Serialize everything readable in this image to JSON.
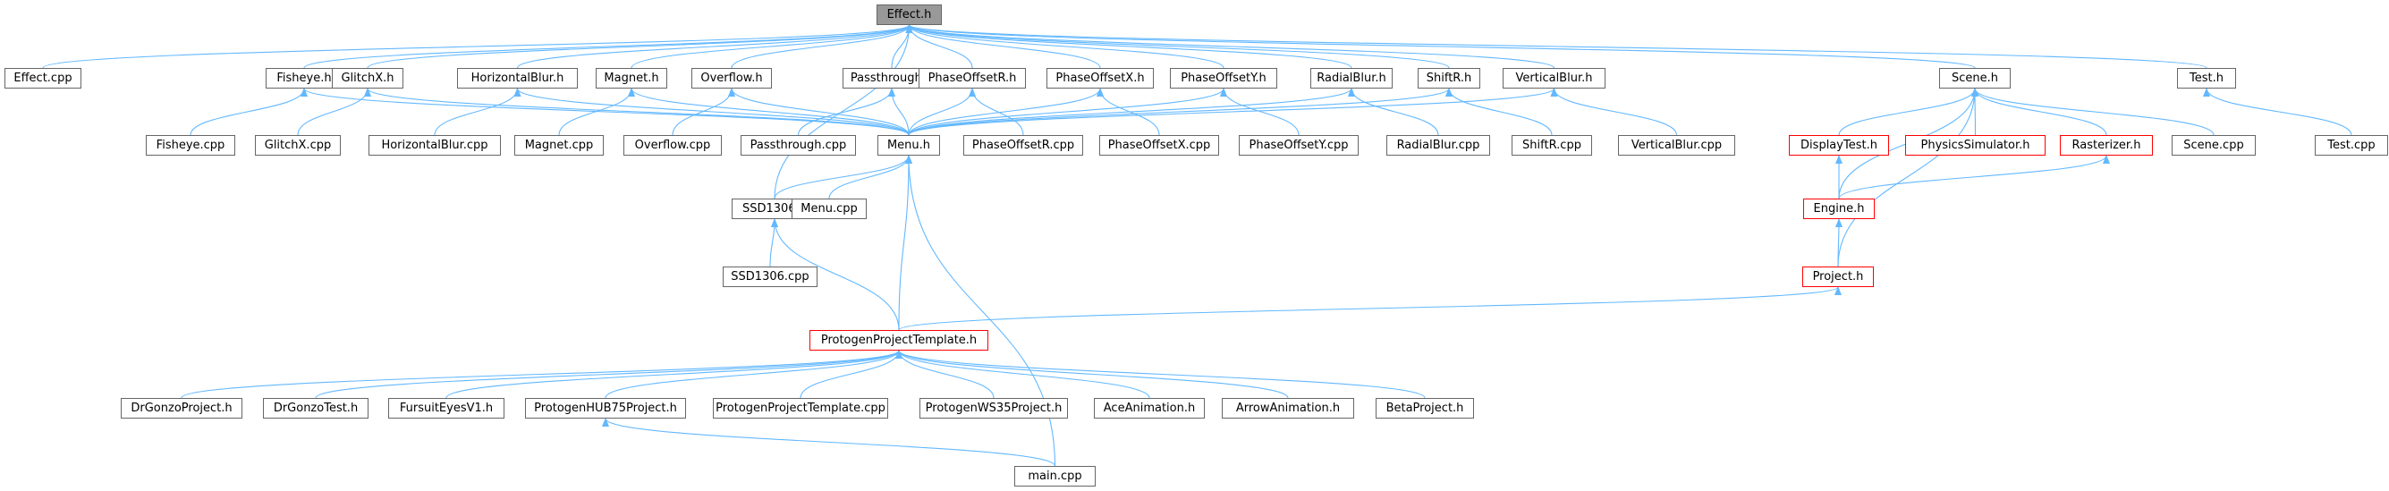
{
  "graph": {
    "edge_color": "#63b8ff",
    "node_border_color": "#666666",
    "highlight_border_color": "#ff0000",
    "root_fill_color": "#999999",
    "nodes": [
      {
        "id": "effect_h",
        "label": "Effect.h",
        "root": true
      },
      {
        "id": "effect_cpp",
        "label": "Effect.cpp"
      },
      {
        "id": "fisheye_h",
        "label": "Fisheye.h"
      },
      {
        "id": "glitchx_h",
        "label": "GlitchX.h"
      },
      {
        "id": "hblur_h",
        "label": "HorizontalBlur.h"
      },
      {
        "id": "magnet_h",
        "label": "Magnet.h"
      },
      {
        "id": "overflow_h",
        "label": "Overflow.h"
      },
      {
        "id": "passthrough_h",
        "label": "Passthrough.h"
      },
      {
        "id": "phaser_h",
        "label": "PhaseOffsetR.h"
      },
      {
        "id": "phasex_h",
        "label": "PhaseOffsetX.h"
      },
      {
        "id": "phasey_h",
        "label": "PhaseOffsetY.h"
      },
      {
        "id": "radial_h",
        "label": "RadialBlur.h"
      },
      {
        "id": "shiftr_h",
        "label": "ShiftR.h"
      },
      {
        "id": "vblur_h",
        "label": "VerticalBlur.h"
      },
      {
        "id": "scene_h",
        "label": "Scene.h"
      },
      {
        "id": "test_h",
        "label": "Test.h"
      },
      {
        "id": "fisheye_cpp",
        "label": "Fisheye.cpp"
      },
      {
        "id": "glitchx_cpp",
        "label": "GlitchX.cpp"
      },
      {
        "id": "hblur_cpp",
        "label": "HorizontalBlur.cpp"
      },
      {
        "id": "magnet_cpp",
        "label": "Magnet.cpp"
      },
      {
        "id": "overflow_cpp",
        "label": "Overflow.cpp"
      },
      {
        "id": "passthrough_cpp",
        "label": "Passthrough.cpp"
      },
      {
        "id": "menu_h",
        "label": "Menu.h"
      },
      {
        "id": "phaser_cpp",
        "label": "PhaseOffsetR.cpp"
      },
      {
        "id": "phasex_cpp",
        "label": "PhaseOffsetX.cpp"
      },
      {
        "id": "phasey_cpp",
        "label": "PhaseOffsetY.cpp"
      },
      {
        "id": "radial_cpp",
        "label": "RadialBlur.cpp"
      },
      {
        "id": "shiftr_cpp",
        "label": "ShiftR.cpp"
      },
      {
        "id": "vblur_cpp",
        "label": "VerticalBlur.cpp"
      },
      {
        "id": "displaytest_h",
        "label": "DisplayTest.h",
        "highlight": true
      },
      {
        "id": "physics_h",
        "label": "PhysicsSimulator.h",
        "highlight": true
      },
      {
        "id": "rasterizer_h",
        "label": "Rasterizer.h",
        "highlight": true
      },
      {
        "id": "scene_cpp",
        "label": "Scene.cpp"
      },
      {
        "id": "test_cpp",
        "label": "Test.cpp"
      },
      {
        "id": "ssd1306_h",
        "label": "SSD1306.h"
      },
      {
        "id": "menu_cpp",
        "label": "Menu.cpp"
      },
      {
        "id": "engine_h",
        "label": "Engine.h",
        "highlight": true
      },
      {
        "id": "ssd1306_cpp",
        "label": "SSD1306.cpp"
      },
      {
        "id": "project_h",
        "label": "Project.h",
        "highlight": true
      },
      {
        "id": "protogen_tpl_h",
        "label": "ProtogenProjectTemplate.h",
        "highlight": true
      },
      {
        "id": "drgonzo_project_h",
        "label": "DrGonzoProject.h"
      },
      {
        "id": "drgonzo_test_h",
        "label": "DrGonzoTest.h"
      },
      {
        "id": "fursuit_h",
        "label": "FursuitEyesV1.h"
      },
      {
        "id": "hub75_h",
        "label": "ProtogenHUB75Project.h"
      },
      {
        "id": "protogen_tpl_cpp",
        "label": "ProtogenProjectTemplate.cpp"
      },
      {
        "id": "ws35_h",
        "label": "ProtogenWS35Project.h"
      },
      {
        "id": "ace_h",
        "label": "AceAnimation.h"
      },
      {
        "id": "arrow_h",
        "label": "ArrowAnimation.h"
      },
      {
        "id": "beta_h",
        "label": "BetaProject.h"
      },
      {
        "id": "main_cpp",
        "label": "main.cpp"
      }
    ],
    "edges": [
      [
        "effect_cpp",
        "effect_h"
      ],
      [
        "fisheye_h",
        "effect_h"
      ],
      [
        "glitchx_h",
        "effect_h"
      ],
      [
        "hblur_h",
        "effect_h"
      ],
      [
        "magnet_h",
        "effect_h"
      ],
      [
        "overflow_h",
        "effect_h"
      ],
      [
        "passthrough_h",
        "effect_h"
      ],
      [
        "phaser_h",
        "effect_h"
      ],
      [
        "phasex_h",
        "effect_h"
      ],
      [
        "phasey_h",
        "effect_h"
      ],
      [
        "radial_h",
        "effect_h"
      ],
      [
        "shiftr_h",
        "effect_h"
      ],
      [
        "vblur_h",
        "effect_h"
      ],
      [
        "scene_h",
        "effect_h"
      ],
      [
        "test_h",
        "effect_h"
      ],
      [
        "ssd1306_h",
        "effect_h"
      ],
      [
        "fisheye_cpp",
        "fisheye_h"
      ],
      [
        "menu_h",
        "fisheye_h"
      ],
      [
        "glitchx_cpp",
        "glitchx_h"
      ],
      [
        "menu_h",
        "glitchx_h"
      ],
      [
        "hblur_cpp",
        "hblur_h"
      ],
      [
        "menu_h",
        "hblur_h"
      ],
      [
        "magnet_cpp",
        "magnet_h"
      ],
      [
        "menu_h",
        "magnet_h"
      ],
      [
        "overflow_cpp",
        "overflow_h"
      ],
      [
        "menu_h",
        "overflow_h"
      ],
      [
        "passthrough_cpp",
        "passthrough_h"
      ],
      [
        "menu_h",
        "passthrough_h"
      ],
      [
        "phaser_cpp",
        "phaser_h"
      ],
      [
        "menu_h",
        "phaser_h"
      ],
      [
        "phasex_cpp",
        "phasex_h"
      ],
      [
        "menu_h",
        "phasex_h"
      ],
      [
        "phasey_cpp",
        "phasey_h"
      ],
      [
        "menu_h",
        "phasey_h"
      ],
      [
        "radial_cpp",
        "radial_h"
      ],
      [
        "menu_h",
        "radial_h"
      ],
      [
        "shiftr_cpp",
        "shiftr_h"
      ],
      [
        "menu_h",
        "shiftr_h"
      ],
      [
        "vblur_cpp",
        "vblur_h"
      ],
      [
        "menu_h",
        "vblur_h"
      ],
      [
        "displaytest_h",
        "scene_h"
      ],
      [
        "physics_h",
        "scene_h"
      ],
      [
        "rasterizer_h",
        "scene_h"
      ],
      [
        "scene_cpp",
        "scene_h"
      ],
      [
        "engine_h",
        "scene_h"
      ],
      [
        "project_h",
        "scene_h"
      ],
      [
        "test_cpp",
        "test_h"
      ],
      [
        "engine_h",
        "displaytest_h"
      ],
      [
        "engine_h",
        "rasterizer_h"
      ],
      [
        "project_h",
        "engine_h"
      ],
      [
        "ssd1306_h",
        "menu_h"
      ],
      [
        "menu_cpp",
        "menu_h"
      ],
      [
        "protogen_tpl_h",
        "menu_h"
      ],
      [
        "main_cpp",
        "menu_h"
      ],
      [
        "ssd1306_cpp",
        "ssd1306_h"
      ],
      [
        "protogen_tpl_h",
        "ssd1306_h"
      ],
      [
        "protogen_tpl_h",
        "project_h"
      ],
      [
        "drgonzo_project_h",
        "protogen_tpl_h"
      ],
      [
        "drgonzo_test_h",
        "protogen_tpl_h"
      ],
      [
        "fursuit_h",
        "protogen_tpl_h"
      ],
      [
        "hub75_h",
        "protogen_tpl_h"
      ],
      [
        "protogen_tpl_cpp",
        "protogen_tpl_h"
      ],
      [
        "ws35_h",
        "protogen_tpl_h"
      ],
      [
        "ace_h",
        "protogen_tpl_h"
      ],
      [
        "arrow_h",
        "protogen_tpl_h"
      ],
      [
        "beta_h",
        "protogen_tpl_h"
      ],
      [
        "main_cpp",
        "hub75_h"
      ]
    ]
  }
}
